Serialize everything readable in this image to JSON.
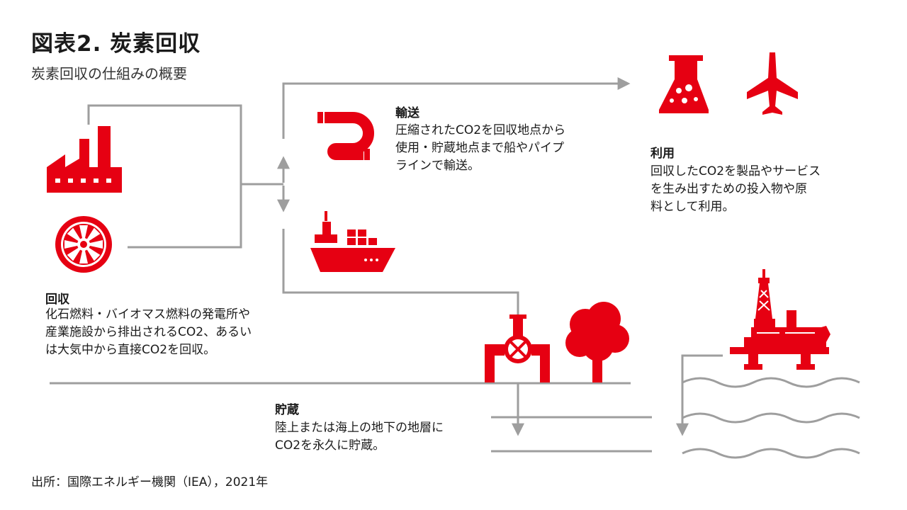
{
  "header": {
    "title": "図表2. 炭素回収",
    "subtitle": "炭素回収の仕組みの概要"
  },
  "sections": {
    "capture": {
      "heading": "回収",
      "lines": [
        "化石燃料・バイオマス燃料の発電所や",
        "産業施設から排出されるCO2、あるい",
        "は大気中から直接CO2を回収。"
      ]
    },
    "transport": {
      "heading": "輸送",
      "lines": [
        "圧縮されたCO2を回収地点から",
        "使用・貯蔵地点まで船やパイプ",
        "ラインで輸送。"
      ]
    },
    "utilization": {
      "heading": "利用",
      "lines": [
        "回収したCO2を製品やサービス",
        "を生み出すための投入物や原",
        "料として利用。"
      ]
    },
    "storage": {
      "heading": "貯蔵",
      "lines": [
        "陸上または海上の地下の地層に",
        "CO2を永久に貯蔵。"
      ]
    }
  },
  "footer": {
    "source": "出所：国際エネルギー機関（IEA），2021年"
  },
  "icons": [
    "factory-icon",
    "fan-icon",
    "pipe-icon",
    "ship-icon",
    "flask-icon",
    "airplane-icon",
    "valve-icon",
    "tree-icon",
    "oil-rig-icon",
    "wave-icon"
  ],
  "colors": {
    "accent": "#e60012",
    "line": "#9e9e9e",
    "text": "#1a1a1a"
  }
}
